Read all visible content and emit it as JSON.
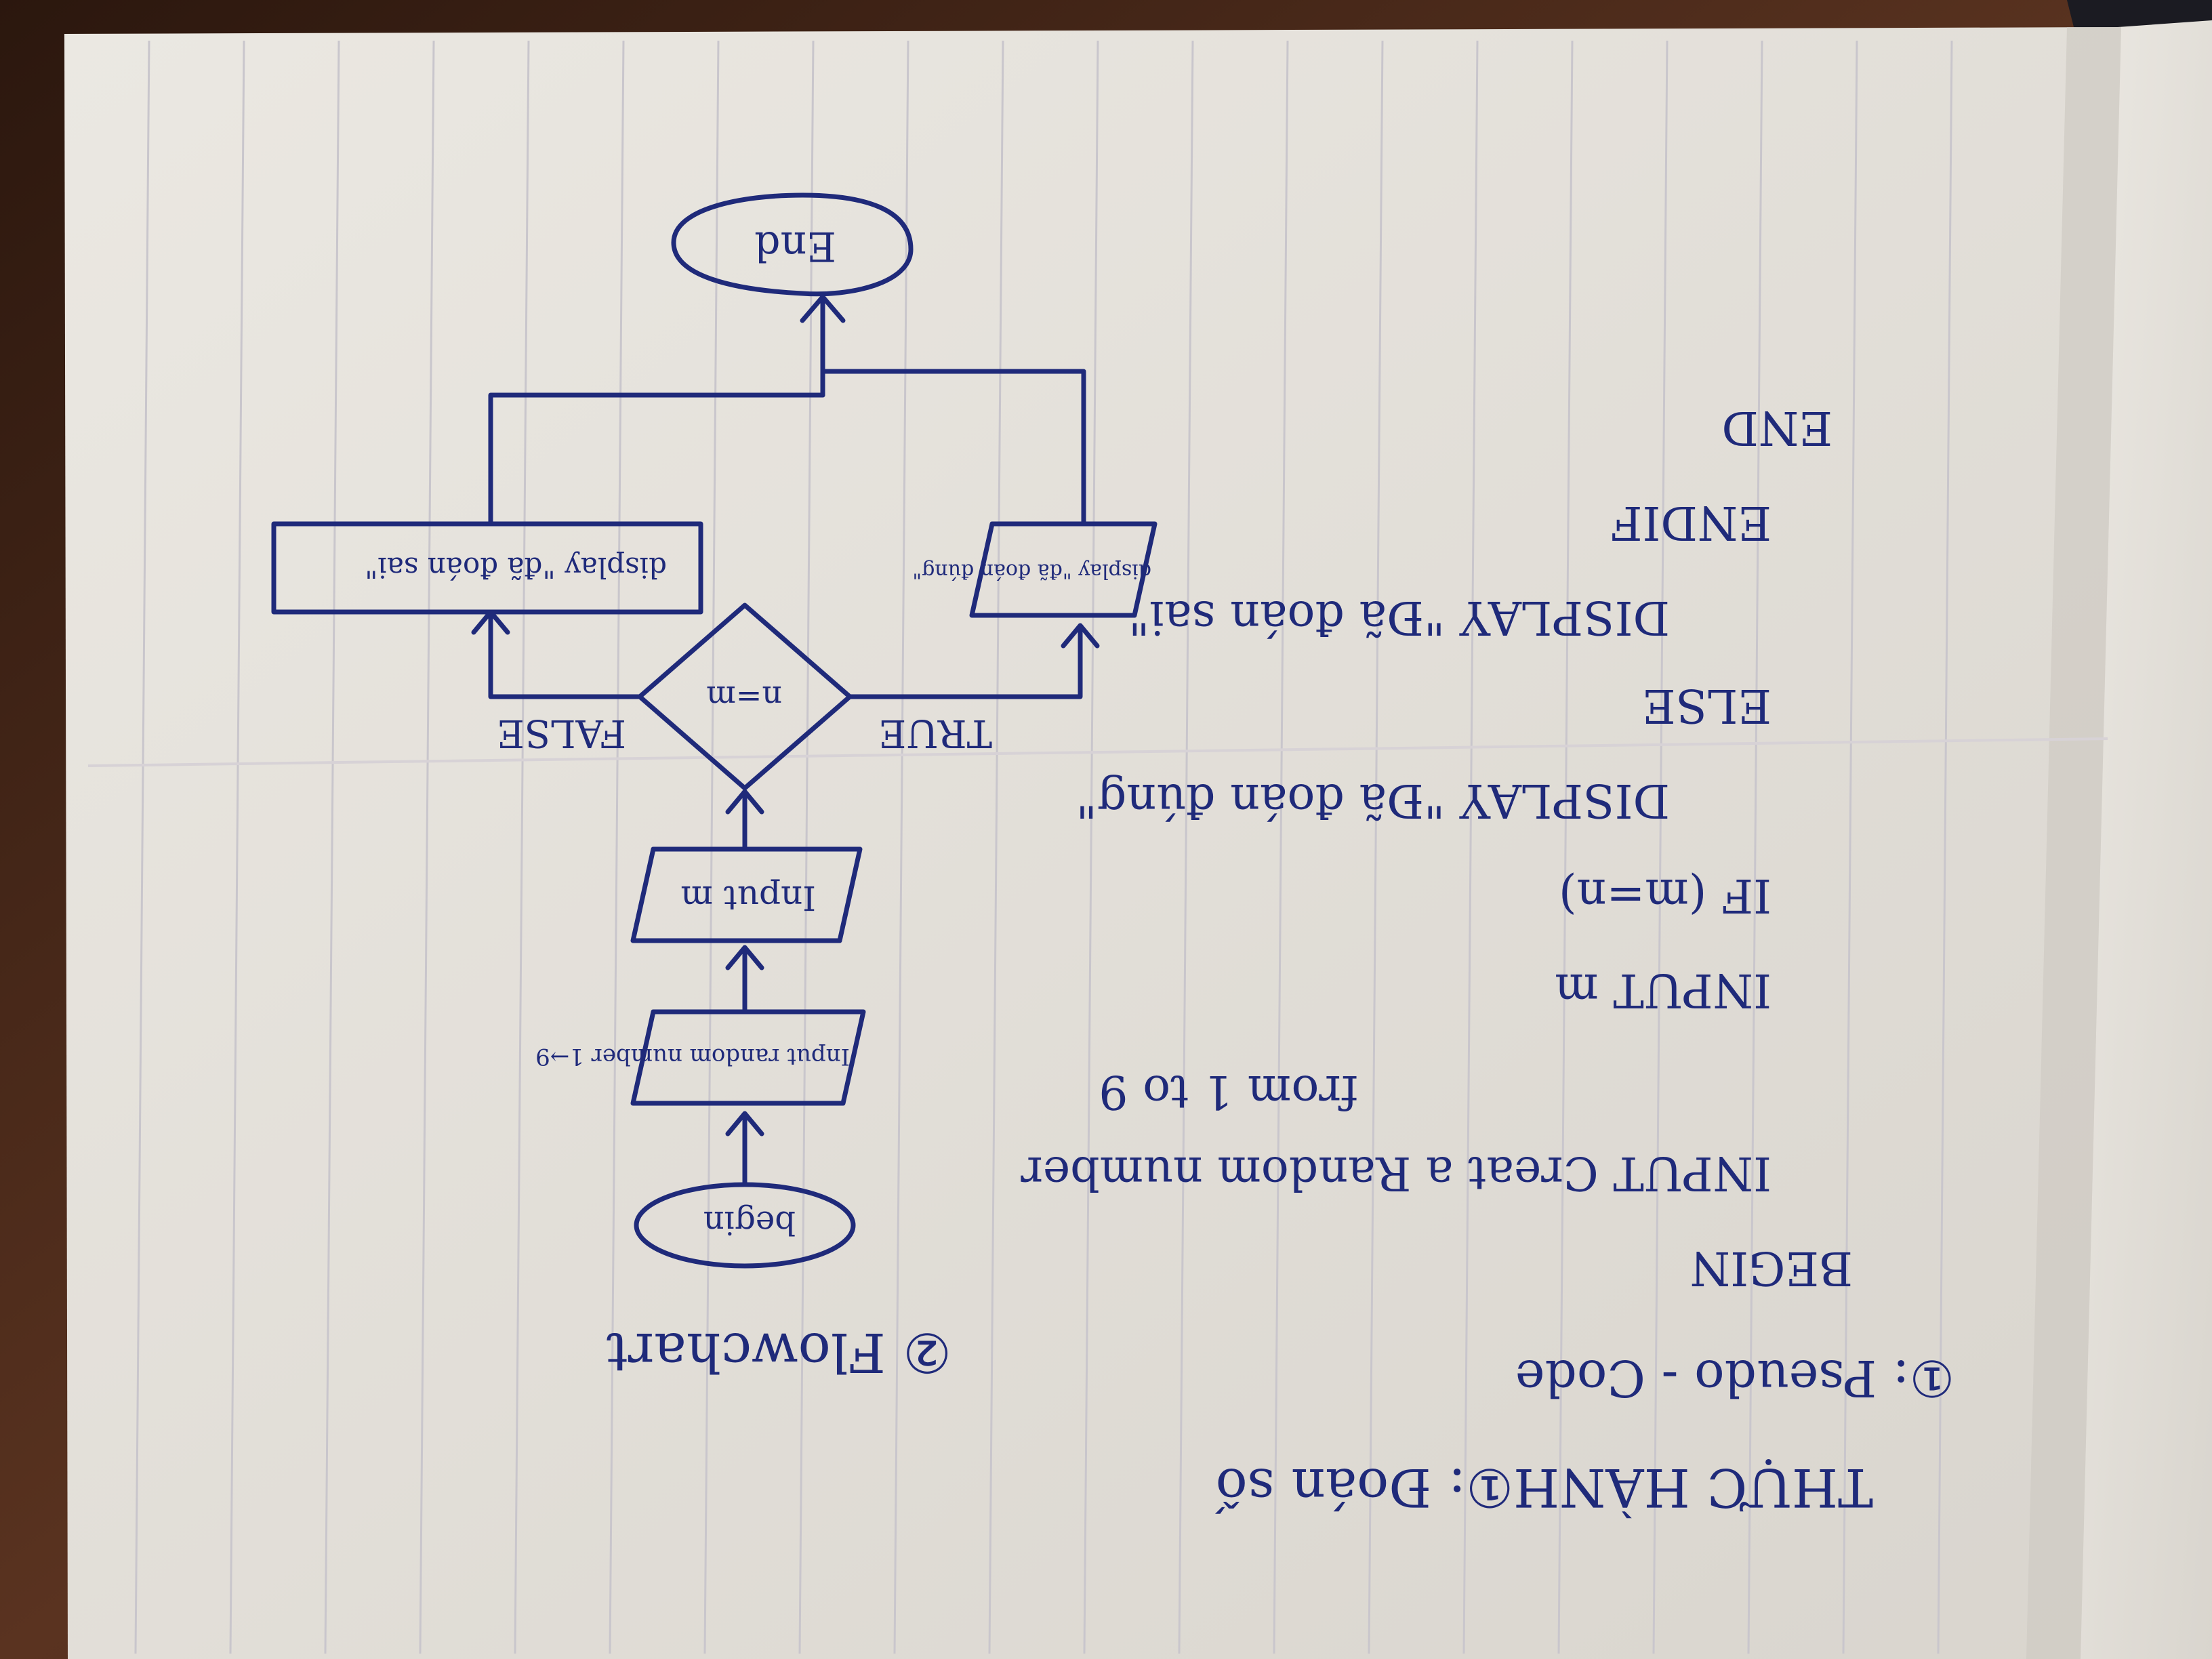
{
  "colors": {
    "wood_dark": "#2b170e",
    "wood_mid": "#5a3320",
    "paper": "#ebe8e2",
    "paper_shadow": "#cfcbc3",
    "rule_line": "#c9c6cc",
    "margin_line": "#d7d2d6",
    "ink": "#1f2a7a"
  },
  "title": "THỰC HÀNH①: Đoán số",
  "pseudo": {
    "heading": "①: Pseudo - Code",
    "lines": [
      "BEGIN",
      "INPUT Creat a Random number",
      "from 1 to 9",
      "INPUT m",
      "IF (m=n)",
      "DISPLAY \"Đã đoán đúng\"",
      "ELSE",
      "DISPLAY \"Đã đoán sai\"",
      "ENDIF",
      "END"
    ]
  },
  "flow": {
    "heading": "②  Flowchart",
    "begin": "begin",
    "random": "Input random number 1→9",
    "input_m": "Input m",
    "decision": "n=m",
    "true_label": "TRUE",
    "false_label": "FALSE",
    "display_true": "display \"đã đoán đúng\"",
    "display_false": "display \"đã đoán sai\"",
    "end": "End"
  }
}
